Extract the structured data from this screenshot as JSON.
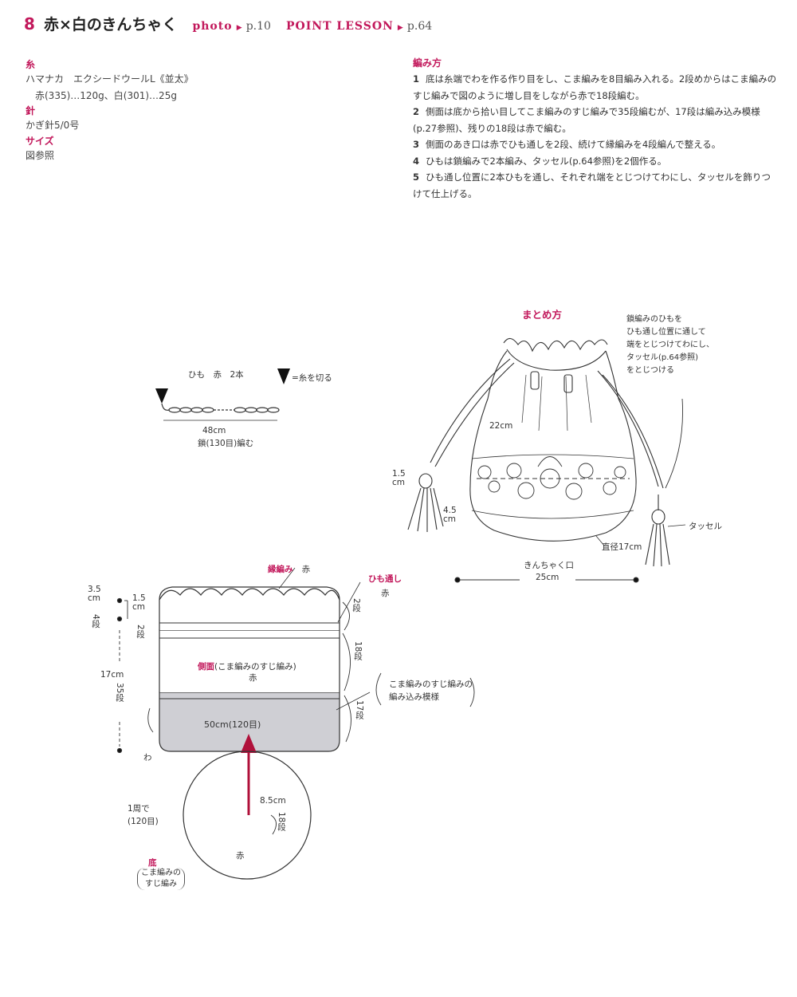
{
  "header": {
    "number": "8",
    "title": "赤×白のきんちゃく",
    "photo_label": "photo",
    "photo_page": "p.10",
    "lesson_label": "POINT LESSON",
    "lesson_page": "p.64"
  },
  "materials": {
    "yarn_heading": "糸",
    "yarn_line": "ハマナカ　エクシードウールL《並太》",
    "yarn_amounts": "赤(335)…120g、白(301)…25g",
    "needle_heading": "針",
    "needle_line": "かぎ針5/0号",
    "size_heading": "サイズ",
    "size_line": "図参照"
  },
  "instructions": {
    "heading": "編み方",
    "steps": [
      {
        "n": "1",
        "text": "底は糸端でわを作る作り目をし、こま編みを8目編み入れる。2段めからはこま編みのすじ編みで図のように増し目をしながら赤で18段編む。"
      },
      {
        "n": "2",
        "text": "側面は底から拾い目してこま編みのすじ編みで35段編むが、17段は編み込み模様(p.27参照)、残りの18段は赤で編む。"
      },
      {
        "n": "3",
        "text": "側面のあき口は赤でひも通しを2段、続けて縁編みを4段編んで整える。"
      },
      {
        "n": "4",
        "text": "ひもは鎖編みで2本編み、タッセル(p.64参照)を2個作る。"
      },
      {
        "n": "5",
        "text": "ひも通し位置に2本ひもを通し、それぞれ端をとじつけてわにし、タッセルを飾りつけて仕上げる。"
      }
    ]
  },
  "cord": {
    "title": "ひも　赤　2本",
    "legend": "=糸を切る",
    "length": "48cm",
    "chain": "鎖(130目)編む"
  },
  "finish": {
    "title": "まとめ方",
    "note_lines": [
      "鎖編みのひもを",
      "ひも通し位置に通して",
      "端をとじつけてわにし、",
      "タッセル(p.64参照)",
      "をとじつける"
    ],
    "height": "22cm",
    "tassel_top": "1.5",
    "tassel_top_unit": "cm",
    "tassel_bottom": "4.5",
    "tassel_bottom_unit": "cm",
    "tassel_label": "タッセル",
    "bottom_diameter": "直径17cm",
    "mouth_label": "きんちゃく口",
    "mouth_width": "25cm"
  },
  "body": {
    "edging_label": "縁編み",
    "edging_color": "赤",
    "eyelet_label": "ひも通し",
    "eyelet_color": "赤",
    "side_label": "側面",
    "side_method": "(こま編みのすじ編み)",
    "side_color": "赤",
    "pattern_label_1": "こま編みのすじ編みの",
    "pattern_label_2": "編み込み模様",
    "circumference": "50cm(120目)",
    "dim_edge_cm": "3.5",
    "dim_edge_unit": "cm",
    "dim_edge_rows": "4段",
    "dim_eyelet_cm": "1.5",
    "dim_eyelet_unit": "cm",
    "dim_eyelet_rows": "2段",
    "dim_total_cm": "17cm",
    "dim_total_rows": "35段",
    "rows_eyelet": "2段",
    "rows_red": "18段",
    "rows_pattern": "17段",
    "ring_mark": "わ"
  },
  "base": {
    "title": "底",
    "method_1": "こま編みの",
    "method_2": "すじ編み",
    "round_1": "1周で",
    "round_2": "(120目)",
    "radius": "8.5cm",
    "radius_rows": "18段",
    "color": "赤"
  },
  "colors": {
    "accent": "#c2185b",
    "arrow": "#b0103a",
    "pattern_band": "#cfcfd4",
    "line": "#333333"
  }
}
